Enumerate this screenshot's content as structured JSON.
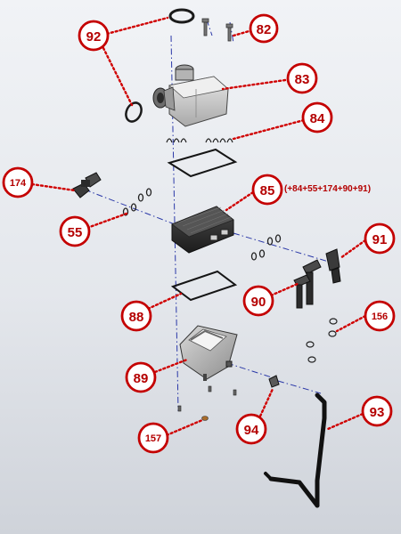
{
  "callouts": [
    {
      "id": "c92",
      "label": "92"
    },
    {
      "id": "c82",
      "label": "82"
    },
    {
      "id": "c83",
      "label": "83"
    },
    {
      "id": "c84",
      "label": "84"
    },
    {
      "id": "c174",
      "label": "174"
    },
    {
      "id": "c85",
      "label": "85"
    },
    {
      "id": "c55",
      "label": "55"
    },
    {
      "id": "c91",
      "label": "91"
    },
    {
      "id": "c90",
      "label": "90"
    },
    {
      "id": "c88",
      "label": "88"
    },
    {
      "id": "c156",
      "label": "156"
    },
    {
      "id": "c89",
      "label": "89"
    },
    {
      "id": "c93",
      "label": "93"
    },
    {
      "id": "c94",
      "label": "94"
    },
    {
      "id": "c157",
      "label": "157"
    }
  ],
  "annotation": "(+84+55+174+90+91)",
  "colors": {
    "callout_ring": "#c40000",
    "callout_text": "#b40000",
    "leader_line": "#d00000",
    "axis_line": "#2a38a8",
    "part_body": "#c8c8c8",
    "part_dark": "#2b2b2b"
  }
}
